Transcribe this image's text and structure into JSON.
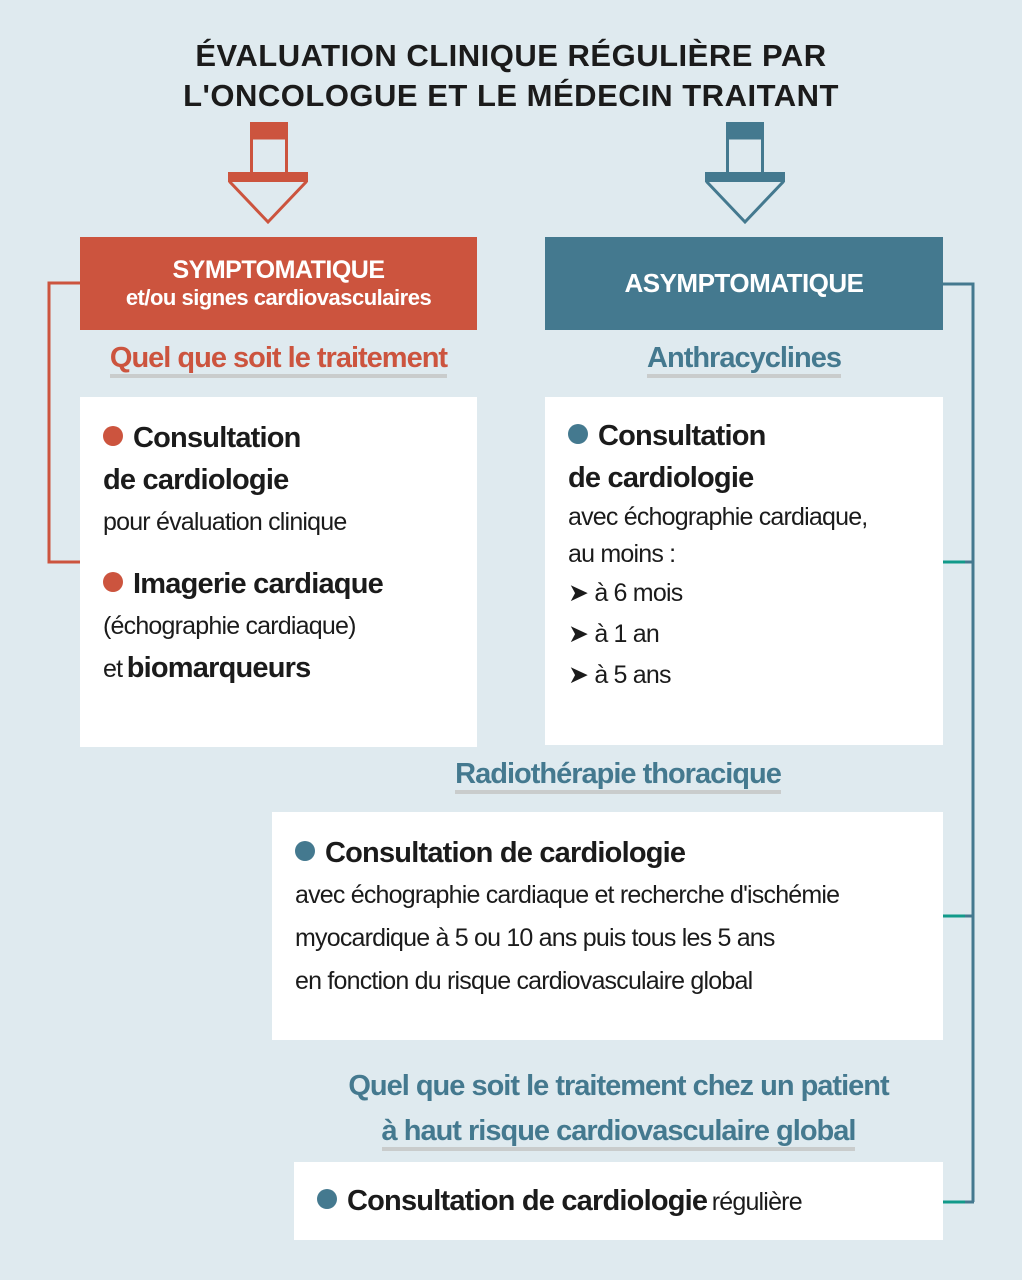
{
  "title": {
    "line1": "ÉVALUATION CLINIQUE RÉGULIÈRE PAR",
    "line2": "L'ONCOLOGUE ET LE MÉDECIN TRAITANT"
  },
  "colors": {
    "red": "#cc543e",
    "blue": "#44798f",
    "connector": "#129a8a",
    "background": "#dfeaef"
  },
  "left": {
    "header_line1": "SYMPTOMATIQUE",
    "header_line2": "et/ou signes cardiovasculaires",
    "subtitle": "Quel que soit le traitement",
    "item1_bold1": "Consultation",
    "item1_bold2": "de cardiologie",
    "item1_text": "pour évaluation clinique",
    "item2_bold": "Imagerie cardiaque",
    "item2_text": "(échographie cardiaque)",
    "item2_et": "et",
    "item2_bold2": "biomarqueurs"
  },
  "right": {
    "header": "ASYMPTOMATIQUE",
    "subtitle": "Anthracyclines",
    "item_bold1": "Consultation",
    "item_bold2": "de cardiologie",
    "item_text1": "avec échographie cardiaque,",
    "item_text2": "au moins :",
    "schedule": [
      "à 6 mois",
      "à 1 an",
      "à 5 ans"
    ],
    "bullet_icon": "➤"
  },
  "radio": {
    "subtitle": "Radiothérapie thoracique",
    "item_bold": "Consultation de cardiologie",
    "lines": [
      "avec échographie cardiaque et recherche d'ischémie",
      "myocardique à 5 ou 10 ans puis tous les 5 ans",
      "en fonction du risque cardiovasculaire global"
    ]
  },
  "highrisk": {
    "subtitle1": "Quel que soit le traitement chez un patient",
    "subtitle2": "à haut risque cardiovasculaire global",
    "item_bold": "Consultation de cardiologie",
    "item_text": "régulière"
  }
}
